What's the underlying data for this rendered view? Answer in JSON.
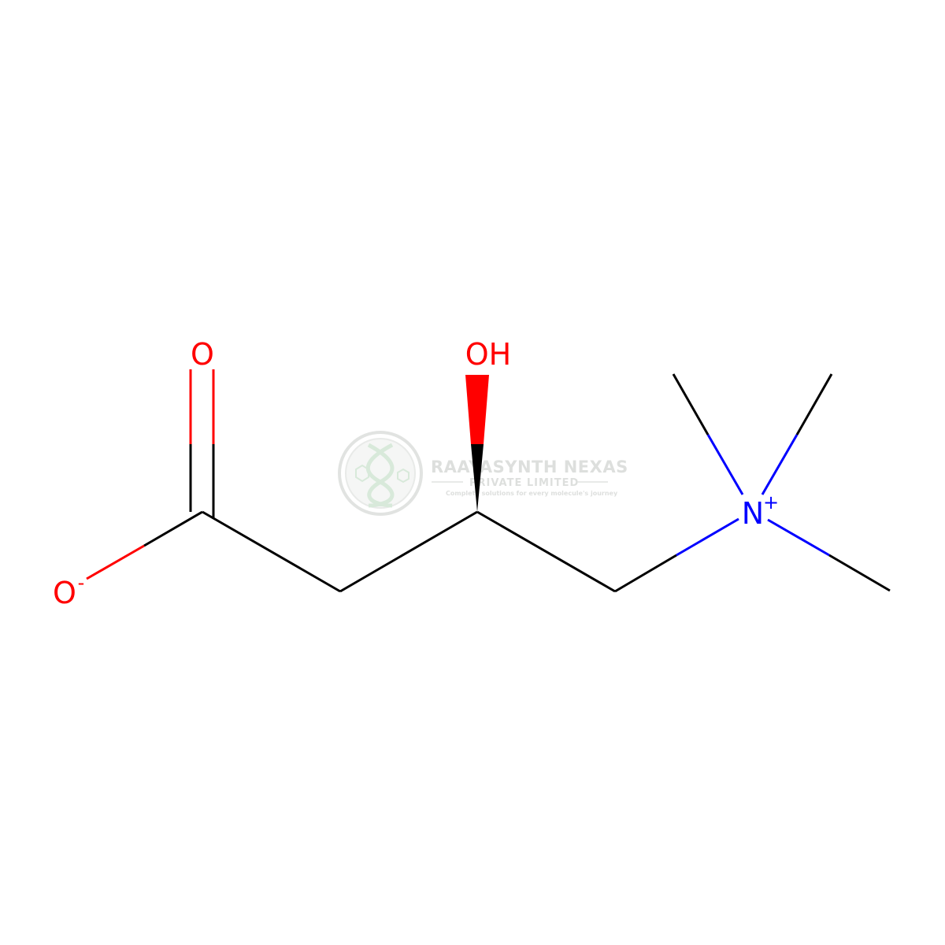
{
  "molecule": {
    "atoms": {
      "carbonyl_o": "O",
      "carboxylate_o": "O",
      "carboxylate_charge": "-",
      "hydroxyl": "OH",
      "nitrogen": "N",
      "nitrogen_charge": "+"
    }
  },
  "watermark": {
    "title": "RAAYASYNTH NEXAS",
    "subtitle": "PRIVATE LIMITED",
    "tagline": "Complete solutions for every molecule's journey"
  },
  "colors": {
    "bond": "#000000",
    "oxygen": "#ff0000",
    "nitrogen": "#0000ff",
    "watermark": "#c8cbc8"
  }
}
